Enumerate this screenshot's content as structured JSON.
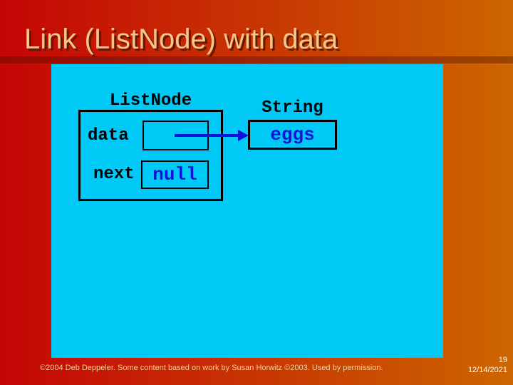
{
  "title": "Link (ListNode) with data",
  "canvas": {
    "node": {
      "type_label": "ListNode",
      "fields": [
        {
          "label": "data",
          "value": ""
        },
        {
          "label": "next",
          "value": "null"
        }
      ]
    },
    "string_object": {
      "type_label": "String",
      "value": "eggs"
    },
    "arrow": "data-to-string-pointer"
  },
  "footer": {
    "credit": "©2004 Deb Deppeler.  Some content based on work by Susan Horwitz ©2003.  Used by permission.",
    "page_number": "19",
    "date": "12/14/2021"
  },
  "colors": {
    "bg_left": "#c40505",
    "bg_right": "#cc6600",
    "canvas": "#00c9f6",
    "title_text": "#f5c689",
    "footer_text": "#f2d2a0",
    "meta_text": "#ffffff",
    "value_text": "#1212dd",
    "arrow": "#1212dd",
    "box_border": "#000000"
  }
}
